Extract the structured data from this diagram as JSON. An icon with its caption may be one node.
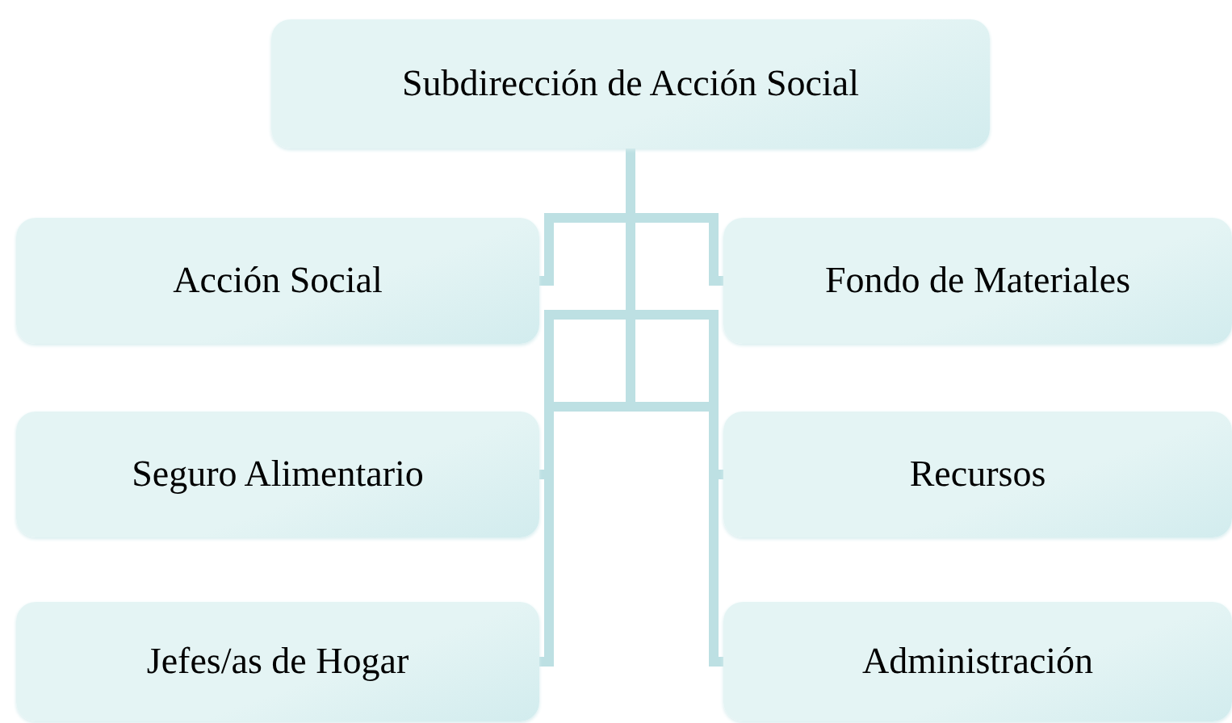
{
  "diagram": {
    "nodes": [
      {
        "text": [
          "Subdirección de Acción Social"
        ]
      },
      {
        "text": [
          "Acción Social"
        ]
      },
      {
        "text": [
          "Fondo de Materiales"
        ]
      },
      {
        "text": [
          "Seguro Alimentario"
        ]
      },
      {
        "text": [
          "Recursos"
        ]
      },
      {
        "text": [
          "Jefes/as de Hogar"
        ]
      },
      {
        "text": [
          "Administración"
        ]
      }
    ],
    "edges": [
      {
        "from": 0,
        "to": 1,
        "arrow": "none"
      },
      {
        "from": 0,
        "to": 2,
        "arrow": "none"
      },
      {
        "from": 0,
        "to": 3,
        "arrow": "none"
      },
      {
        "from": 0,
        "to": 4,
        "arrow": "none"
      },
      {
        "from": 0,
        "to": 5,
        "arrow": "none"
      },
      {
        "from": 0,
        "to": 6,
        "arrow": "none"
      }
    ]
  }
}
